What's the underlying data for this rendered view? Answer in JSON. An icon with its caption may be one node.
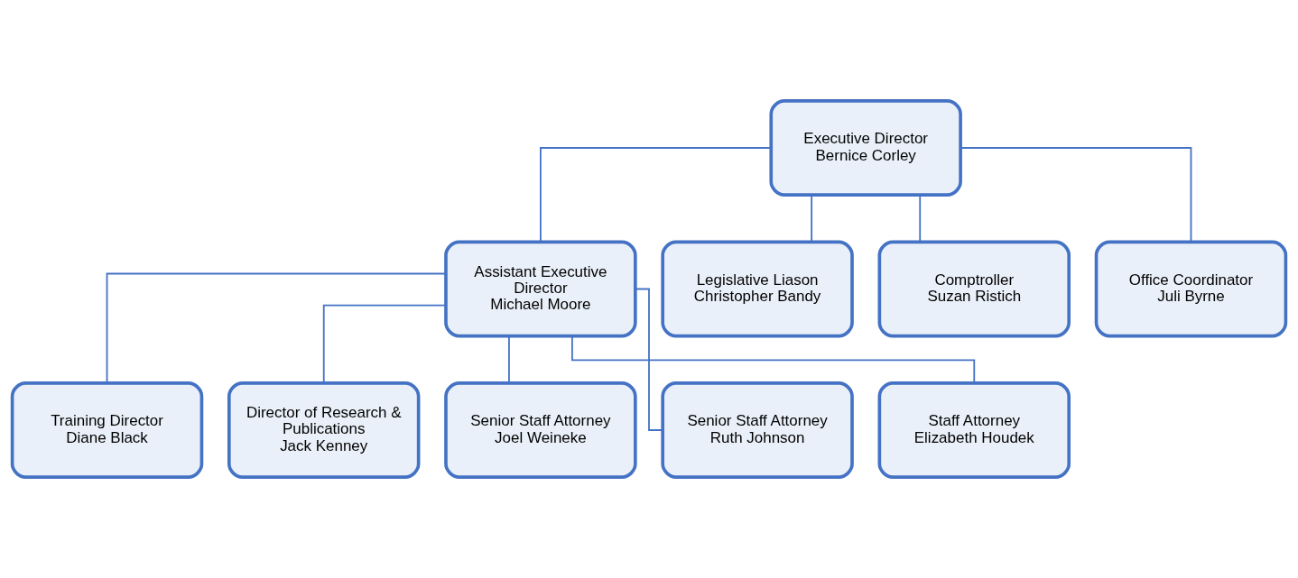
{
  "diagram": {
    "nodes": [
      {
        "text": [
          "Executive Director",
          "Bernice Corley"
        ]
      },
      {
        "text": [
          "Assistant Executive Director",
          "Michael Moore"
        ]
      },
      {
        "text": [
          "Legislative Liason",
          "Christopher Bandy"
        ]
      },
      {
        "text": [
          "Comptroller",
          "Suzan Ristich"
        ]
      },
      {
        "text": [
          "Office Coordinator",
          "Juli Byrne"
        ]
      },
      {
        "text": [
          "Training Director",
          "Diane Black"
        ]
      },
      {
        "text": [
          "Director of Research & Publications",
          "Jack Kenney"
        ]
      },
      {
        "text": [
          "Senior Staff Attorney",
          "Joel Weineke"
        ]
      },
      {
        "text": [
          "Senior Staff Attorney",
          "Ruth Johnson"
        ]
      },
      {
        "text": [
          "Staff Attorney",
          "Elizabeth Houdek"
        ]
      }
    ],
    "edges": [
      {
        "from": 0,
        "to": 1,
        "arrow": "none"
      },
      {
        "from": 0,
        "to": 2,
        "arrow": "none"
      },
      {
        "from": 0,
        "to": 3,
        "arrow": "none"
      },
      {
        "from": 0,
        "to": 4,
        "arrow": "none"
      },
      {
        "from": 1,
        "to": 5,
        "arrow": "none"
      },
      {
        "from": 1,
        "to": 6,
        "arrow": "none"
      },
      {
        "from": 1,
        "to": 7,
        "arrow": "none"
      },
      {
        "from": 1,
        "to": 8,
        "arrow": "none"
      },
      {
        "from": 1,
        "to": 9,
        "arrow": "none"
      }
    ]
  }
}
